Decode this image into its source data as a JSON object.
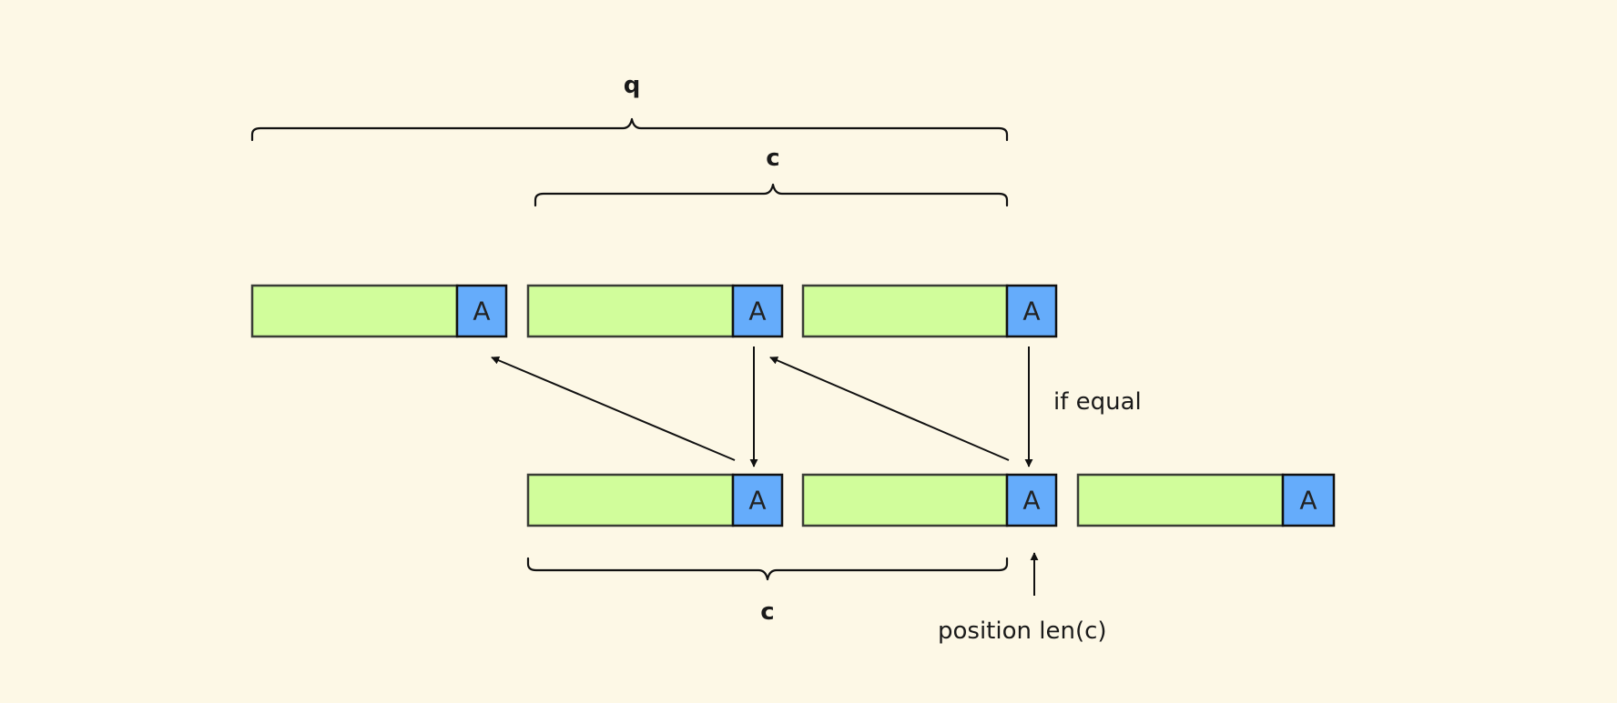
{
  "colors": {
    "background": "#fdf8e6",
    "segment_fill": "#d1fd9b",
    "key_fill": "#65acfb",
    "stroke": "#111111"
  },
  "top_row": {
    "segments": [
      {
        "key_label": "A"
      },
      {
        "key_label": "A"
      },
      {
        "key_label": "A"
      }
    ]
  },
  "bottom_row": {
    "segments": [
      {
        "key_label": "A"
      },
      {
        "key_label": "A"
      },
      {
        "key_label": "A"
      }
    ]
  },
  "braces": {
    "top_outer_label": "q",
    "top_inner_label": "c",
    "bottom_label": "c"
  },
  "annotations": {
    "if_equal": "if equal",
    "position": "position len(c)"
  }
}
